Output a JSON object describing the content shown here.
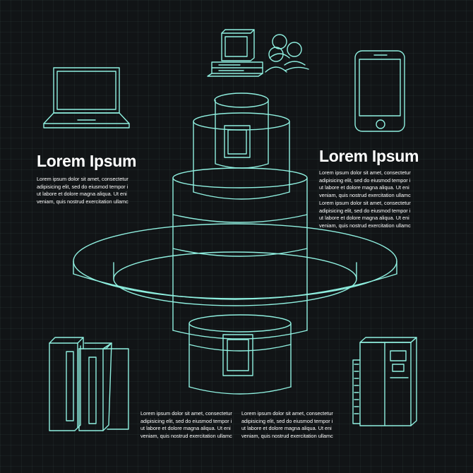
{
  "left_block": {
    "heading": "Lorem Ipsum",
    "paragraph": [
      "Lorem ipsum dolor sit amet, consectetur",
      "adipisicing elit, sed do eiusmod tempor i",
      "ut labore et dolore magna aliqua. Ut eni",
      "veniam, quis nostrud exercitation ullamc"
    ]
  },
  "right_block": {
    "heading": "Lorem Ipsum",
    "paragraphs": [
      [
        "Lorem ipsum dolor sit amet, consectetur",
        "adipisicing elit, sed do eiusmod tempor i",
        "ut labore et dolore magna aliqua. Ut eni",
        "veniam, quis nostrud exercitation ullamc"
      ],
      [
        "Lorem ipsum dolor sit amet, consectetur",
        "adipisicing elit, sed do eiusmod tempor i",
        "ut labore et dolore magna aliqua. Ut eni",
        "veniam, quis nostrud exercitation ullamc"
      ]
    ]
  },
  "bottom_block": {
    "columns": [
      [
        "Lorem ipsum dolor sit amet, consectetur",
        "adipisicing elit, sed do eiusmod tempor i",
        "ut labore et dolore magna aliqua. Ut eni",
        "veniam, quis nostrud exercitation ullamc"
      ],
      [
        "Lorem ipsum dolor sit amet, consectetur",
        "adipisicing elit, sed do eiusmod tempor i",
        "ut labore et dolore magna aliqua. Ut eni",
        "veniam, quis nostrud exercitation ullamc"
      ]
    ]
  },
  "icons": [
    {
      "name": "laptop-icon"
    },
    {
      "name": "desktop-computer-icon"
    },
    {
      "name": "users-group-icon"
    },
    {
      "name": "smartphone-icon"
    },
    {
      "name": "server-tower-icon"
    },
    {
      "name": "server-rack-icon"
    },
    {
      "name": "network-hub-diagram"
    }
  ],
  "colors": {
    "background": "#111416",
    "line": "#8ff0e0",
    "text": "#ffffff"
  }
}
